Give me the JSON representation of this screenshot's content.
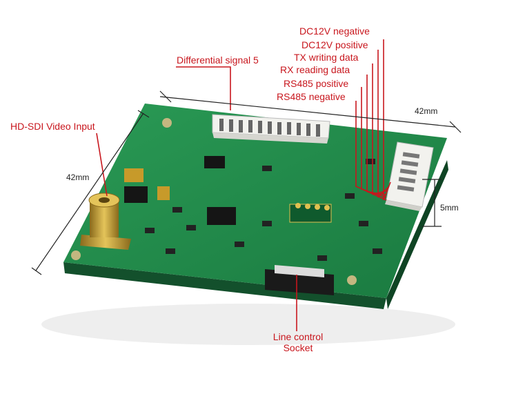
{
  "labels": {
    "dc12v_negative": "DC12V negative",
    "dc12v_positive": "DC12V positive",
    "tx_writing_data": "TX writing data",
    "rx_reading_data": "RX reading data",
    "rs485_positive": "RS485 positive",
    "rs485_negative": "RS485 negative",
    "differential_signal": "Differential signal 5",
    "hd_sdi_input": "HD-SDI Video Input",
    "line_control_line1": "Line control",
    "line_control_line2": "Socket"
  },
  "dimensions": {
    "width_top": "42mm",
    "width_left": "42mm",
    "height_side": "5mm"
  },
  "colors": {
    "label_red": "#c8161d",
    "pcb_green": "#1e8a4a",
    "pcb_edge": "#135c31",
    "connector_white": "#eeeeea",
    "gold": "#c9a23a"
  }
}
